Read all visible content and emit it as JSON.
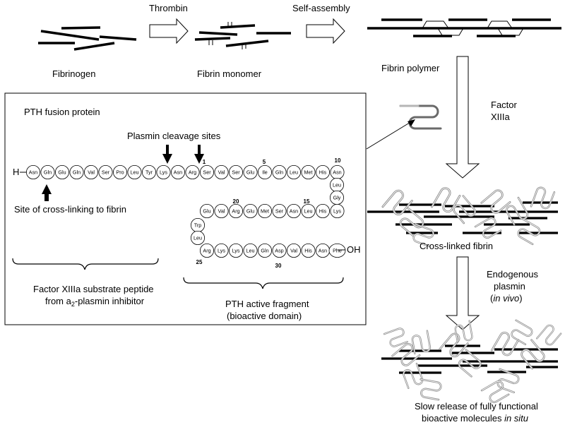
{
  "pathway": {
    "arrow_thrombin": "Thrombin",
    "arrow_self_assembly": "Self-assembly",
    "stage_fibrinogen": "Fibrinogen",
    "stage_monomer": "Fibrin monomer",
    "stage_polymer": "Fibrin polymer",
    "factor_line1": "Factor",
    "factor_line2": "XIIIa",
    "stage_crosslinked": "Cross-linked fibrin",
    "endogenous_line1": "Endogenous",
    "endogenous_line2": "plasmin",
    "endogenous_line3": "in vivo",
    "release_line1_a": "Slow release of fully functional",
    "release_line2_a": "bioactive molecules ",
    "release_line2_b": "in situ"
  },
  "protein": {
    "box_title": "PTH fusion protein",
    "cleavage_label": "Plasmin cleavage sites",
    "crosslink_label": "Site of cross-linking to fibrin",
    "n_terminus": "H",
    "c_terminus": "OH",
    "row1": [
      "Asn",
      "Gln",
      "Glu",
      "Gln",
      "Val",
      "Ser",
      "Pro",
      "Leu",
      "Tyr",
      "Lys",
      "Asn",
      "Arg",
      "Ser",
      "Val",
      "Ser",
      "Glu",
      "Ile",
      "Gln",
      "Leu",
      "Met",
      "His",
      "Asn"
    ],
    "right_column": [
      "Leu",
      "Gly"
    ],
    "row3": [
      "Glu",
      "Val",
      "Arg",
      "Glu",
      "Met",
      "Ser",
      "Asn",
      "Leu",
      "His",
      "Lys"
    ],
    "left_column": [
      "Trp",
      "Leu"
    ],
    "row5": [
      "Arg",
      "Lys",
      "Lys",
      "Leu",
      "Gln",
      "Asp",
      "Val",
      "His",
      "Asn",
      "Phe"
    ],
    "residue_numbers": [
      "1",
      "5",
      "10",
      "15",
      "20",
      "25",
      "30"
    ],
    "substrate_line1": "Factor XIIIa substrate peptide",
    "substrate_line2_a": "from a",
    "substrate_line2_sub": "2",
    "substrate_line2_b": "-plasmin inhibitor",
    "active_line1": "PTH active fragment",
    "active_line2": "(bioactive domain)"
  }
}
